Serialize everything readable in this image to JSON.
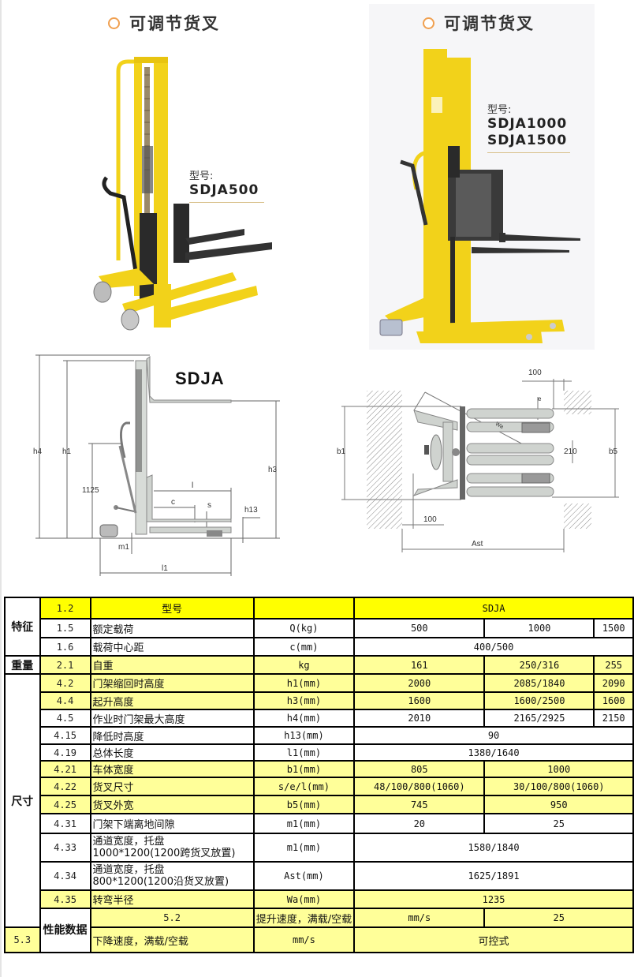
{
  "photos": [
    {
      "caption": "可调节货叉",
      "model_label": "型号:",
      "models": [
        "SDJA500"
      ]
    },
    {
      "caption": "可调节货叉",
      "model_label": "型号:",
      "models": [
        "SDJA1000",
        "SDJA1500"
      ]
    }
  ],
  "side_diagram": {
    "title": "SDJA",
    "labels": {
      "h4": "h4",
      "h1": "h1",
      "h3": "h3",
      "handle": "1125",
      "l": "l",
      "c": "c",
      "s": "s",
      "h13": "h13",
      "m1": "m1",
      "l1": "l1"
    }
  },
  "top_diagram": {
    "labels": {
      "top_gap": "100",
      "e": "e",
      "wa": "Wa",
      "b1": "b1",
      "b5": "b5",
      "inner": "210",
      "bottom_gap": "100",
      "ast": "Ast"
    }
  },
  "spec_table": {
    "header": {
      "num": "1.2",
      "name": "型号",
      "unit": "",
      "value": "SDJA"
    },
    "groups": {
      "features": "特征",
      "weight": "重量",
      "dimensions": "尺寸",
      "performance": "性能数据"
    },
    "rows": [
      {
        "num": "1.5",
        "name": "额定载荷",
        "unit": "Q(kg)",
        "values": [
          "500",
          "1000",
          "1500"
        ]
      },
      {
        "num": "1.6",
        "name": "载荷中心距",
        "unit": "c(mm)",
        "values": [
          "400/500"
        ]
      },
      {
        "num": "2.1",
        "name": "自重",
        "unit": "kg",
        "values": [
          "161",
          "250/316",
          "255"
        ]
      },
      {
        "num": "4.2",
        "name": "门架缩回时高度",
        "unit": "h1(mm)",
        "values": [
          "2000",
          "2085/1840",
          "2090"
        ]
      },
      {
        "num": "4.4",
        "name": "起升高度",
        "unit": "h3(mm)",
        "values": [
          "1600",
          "1600/2500",
          "1600"
        ]
      },
      {
        "num": "4.5",
        "name": "作业时门架最大高度",
        "unit": "h4(mm)",
        "values": [
          "2010",
          "2165/2925",
          "2150"
        ]
      },
      {
        "num": "4.15",
        "name": "降低时高度",
        "unit": "h13(mm)",
        "values": [
          "90"
        ]
      },
      {
        "num": "4.19",
        "name": "总体长度",
        "unit": "l1(mm)",
        "values": [
          "1380/1640"
        ]
      },
      {
        "num": "4.21",
        "name": "车体宽度",
        "unit": "b1(mm)",
        "values": [
          "805",
          "1000"
        ]
      },
      {
        "num": "4.22",
        "name": "货叉尺寸",
        "unit": "s/e/l(mm)",
        "values": [
          "48/100/800(1060)",
          "30/100/800(1060)"
        ]
      },
      {
        "num": "4.25",
        "name": "货叉外宽",
        "unit": "b5(mm)",
        "values": [
          "745",
          "950"
        ]
      },
      {
        "num": "4.31",
        "name": "门架下端离地间隙",
        "unit": "m1(mm)",
        "values": [
          "20",
          "25"
        ]
      },
      {
        "num": "4.33",
        "name_line1": "通道宽度，托盘",
        "name_line2": "1000*1200(1200跨货叉放置)",
        "unit": "m1(mm)",
        "values": [
          "1580/1840"
        ]
      },
      {
        "num": "4.34",
        "name_line1": "通道宽度，托盘",
        "name_line2": "800*1200(1200沿货叉放置)",
        "unit": "Ast(mm)",
        "values": [
          "1625/1891"
        ]
      },
      {
        "num": "4.35",
        "name": "转弯半径",
        "unit": "Wa(mm)",
        "values": [
          "1235"
        ]
      },
      {
        "num": "5.2",
        "name": "提升速度，满载/空载",
        "unit": "mm/s",
        "values": [
          "25"
        ]
      },
      {
        "num": "5.3",
        "name": "下降速度，满载/空载",
        "unit": "mm/s",
        "values": [
          "可控式"
        ]
      }
    ]
  },
  "colors": {
    "header_yellow": "#ffff00",
    "row_yellow": "#ffff99",
    "forklift_yellow": "#f2d21a",
    "bullet_orange": "#f0a050"
  }
}
